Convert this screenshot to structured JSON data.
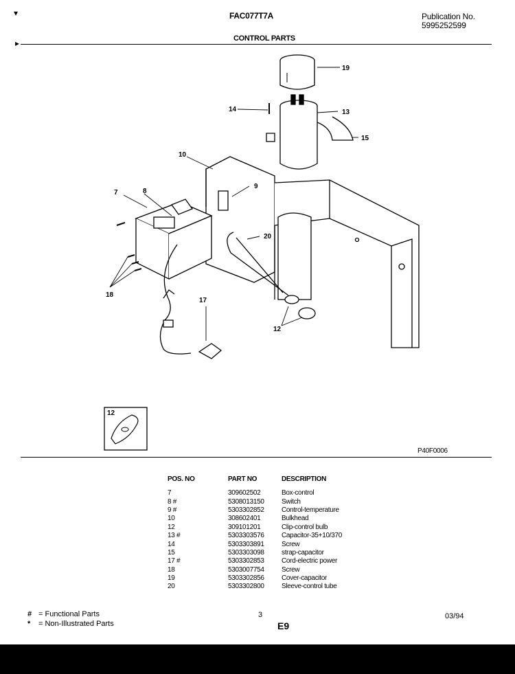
{
  "header": {
    "model": "FAC077T7A",
    "publication_label": "Publication No.",
    "publication_number": "5995252599",
    "section_title": "CONTROL PARTS"
  },
  "diagram": {
    "drawing_code": "P40F0006",
    "callouts": [
      "19",
      "14",
      "13",
      "15",
      "10",
      "9",
      "7",
      "8",
      "20",
      "18",
      "17",
      "12"
    ],
    "inset_label": "12"
  },
  "parts_table": {
    "headers": [
      "POS. NO",
      "PART NO",
      "DESCRIPTION"
    ],
    "rows": [
      {
        "pos": "7",
        "part": "309602502",
        "desc": "Box-control"
      },
      {
        "pos": "8 #",
        "part": "5308013150",
        "desc": "Switch"
      },
      {
        "pos": "9 #",
        "part": "5303302852",
        "desc": "Control-temperature"
      },
      {
        "pos": "10",
        "part": "308602401",
        "desc": "Bulkhead"
      },
      {
        "pos": "12",
        "part": "309101201",
        "desc": "Clip-control bulb"
      },
      {
        "pos": "13 #",
        "part": "5303303576",
        "desc": "Capacitor-35+10/370"
      },
      {
        "pos": "14",
        "part": "5303303891",
        "desc": "Screw"
      },
      {
        "pos": "15",
        "part": "5303303098",
        "desc": "strap-capacitor"
      },
      {
        "pos": "17 #",
        "part": "5303302853",
        "desc": "Cord-electric power"
      },
      {
        "pos": "18",
        "part": "5303007754",
        "desc": "Screw"
      },
      {
        "pos": "19",
        "part": "5303302856",
        "desc": "Cover-capacitor"
      },
      {
        "pos": "20",
        "part": "5303302800",
        "desc": "Sleeve-control tube"
      }
    ]
  },
  "footer": {
    "legend": [
      {
        "symbol": "#",
        "text": "= Functional Parts"
      },
      {
        "symbol": "*",
        "text": "= Non-Illustrated Parts"
      }
    ],
    "page_number": "3",
    "page_code": "E9",
    "date": "03/94"
  }
}
